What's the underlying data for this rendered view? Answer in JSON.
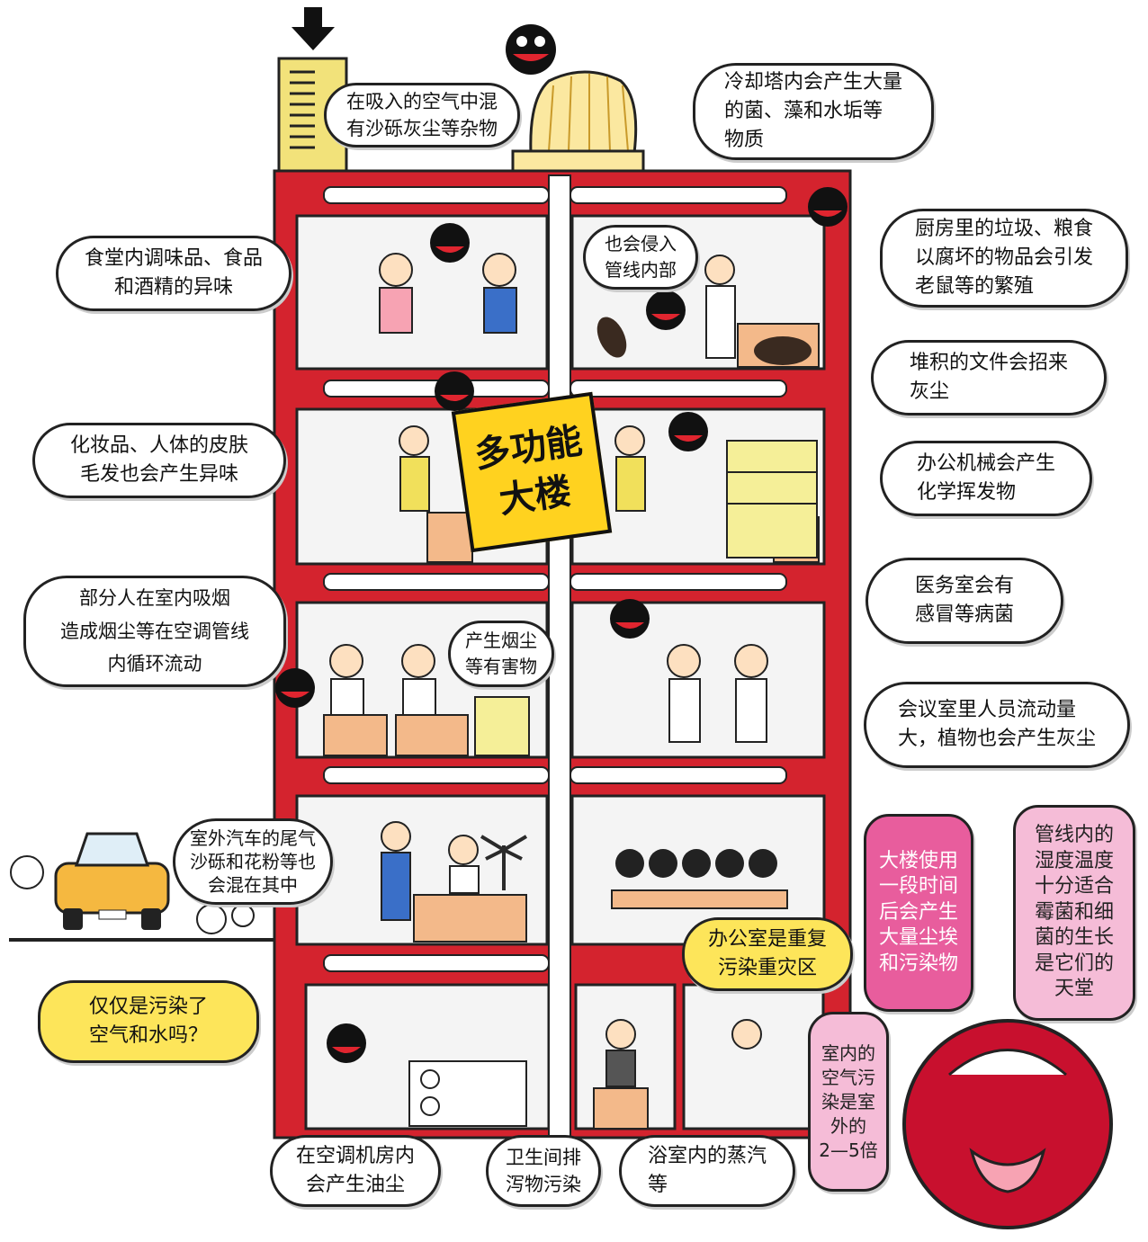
{
  "title": "多功能\n大楼",
  "callouts": {
    "intake_dust": "在吸入的空气中混\n有沙砾灰尘等杂物",
    "cooling_tower": "冷却塔内会产生大量\n的菌、藻和水垢等\n物质",
    "canteen_smell": "食堂内调味品、食品\n和酒精的异味",
    "enter_pipes": "也会侵入\n管线内部",
    "kitchen_waste": "厨房里的垃圾、粮食\n以腐坏的物品会引发\n老鼠等的繁殖",
    "files_dust": "堆积的文件会招来\n灰尘",
    "cosmetics": "化妆品、人体的皮肤\n毛发也会产生异味",
    "office_machines": "办公机械会产生\n化学挥发物",
    "smoking": "部分人在室内吸烟\n造成烟尘等在空调管线\n内循环流动",
    "smoke_harm": "产生烟尘\n等有害物",
    "clinic": "医务室会有\n感冒等病菌",
    "meeting_room": "会议室里人员流动量\n大，植物也会产生灰尘",
    "car_exhaust": "室外汽车的尾气\n沙砾和花粉等也\n会混在其中",
    "only_air_water": "仅仅是污染了\n空气和水吗？",
    "office_zone": "办公室是重复\n污染重灾区",
    "building_dust": "大楼使用\n一段时间\n后会产生\n大量尘埃\n和污染物",
    "humidity": "管线内的\n湿度温度\n十分适合\n霉菌和细\n菌的生长\n是它们的\n天堂",
    "indoor_ratio": "室内的\n空气污\n染是室\n外的\n2—5倍",
    "ac_room": "在空调机房内\n会产生油尘",
    "toilet": "卫生间排\n泻物污染",
    "bathroom": "浴室内的蒸汽\n等"
  },
  "colors": {
    "building_red": "#d4232e",
    "duct_white": "#ffffff",
    "sign_yellow": "#ffd21f",
    "germ_dark": "#111111",
    "germ_red": "#e0252f",
    "monster_red": "#c8102e",
    "pink": "#e85d9d"
  }
}
